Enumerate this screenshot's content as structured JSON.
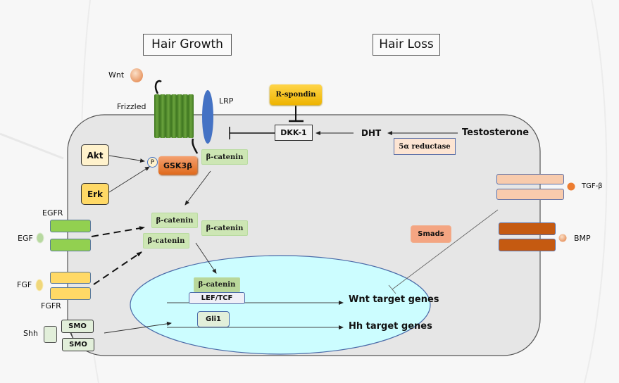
{
  "titles": {
    "hair_growth": "Hair Growth",
    "hair_loss": "Hair Loss"
  },
  "ligands": {
    "wnt": "Wnt",
    "egf": "EGF",
    "fgf": "FGF",
    "shh": "Shh",
    "tgf_beta": "TGF-β",
    "bmp": "BMP"
  },
  "receptors": {
    "frizzled": "Frizzled",
    "lrp": "LRP",
    "egfr": "EGFR",
    "fgfr": "FGFR",
    "smo_1": "SMO",
    "smo_2": "SMO"
  },
  "nodes": {
    "r_spondin": "R-spondin",
    "dkk1": "DKK-1",
    "dht": "DHT",
    "testosterone": "Testosterone",
    "five_alpha_reductase": "5α reductase",
    "akt": "Akt",
    "erk": "Erk",
    "phospho": "P",
    "gsk3b": "GSK3β",
    "beta_catenin_membrane": "β-catenin",
    "beta_catenin_a": "β-catenin",
    "beta_catenin_b": "β-catenin",
    "beta_catenin_c": "β-catenin",
    "beta_catenin_nuclear": "β-catenin",
    "lef_tcf": "LEF/TCF",
    "gli1": "Gli1",
    "smads": "Smads"
  },
  "outputs": {
    "wnt_target": "Wnt target genes",
    "hh_target": "Hh target genes"
  },
  "colors": {
    "cell_fill": "#e6e6e6",
    "nucleus_fill": "#ccfdff",
    "nucleus_stroke": "#4a6aa8",
    "frizzled_green": "#4e8a2a",
    "lrp_blue": "#4472c4",
    "egfr_green": "#92d050",
    "fgfr_yellow": "#ffd966",
    "gsk3b_orange": "#ed7d31",
    "r_spondin_gold": "#f5c000",
    "tgf_receptor": "#f8cbad",
    "bmp_receptor": "#c55a11",
    "smads_fill": "#f4a582",
    "akt_fill": "#fff2cc",
    "erk_fill": "#ffd966",
    "wnt_ligand": "#f4b183"
  }
}
